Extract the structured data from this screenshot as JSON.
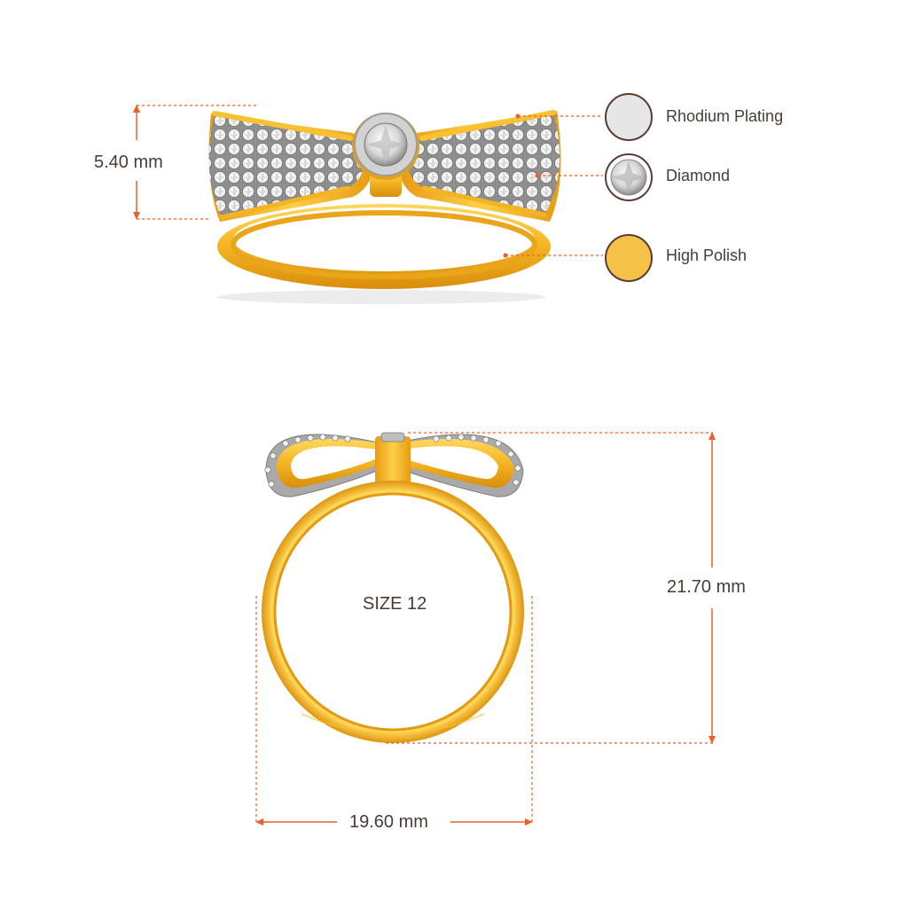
{
  "dimensions": {
    "top_height": "5.40 mm",
    "ring_height": "21.70 mm",
    "ring_width": "19.60 mm"
  },
  "size_label": "SIZE 12",
  "legend": [
    {
      "label": "Rhodium Plating",
      "swatch": "rhodium-swatch",
      "color": "#e6e6e6"
    },
    {
      "label": "Diamond",
      "swatch": "diamond-swatch",
      "color": "#ffffff"
    },
    {
      "label": "High Polish",
      "swatch": "gold-swatch",
      "color": "#f5c146"
    }
  ],
  "colors": {
    "accent": "#e8602c",
    "text": "#4a3b34",
    "gold": "#f4b524",
    "gold_dark": "#d9900c",
    "gold_light": "#ffd45a",
    "rhodium": "#dcdcdc"
  }
}
